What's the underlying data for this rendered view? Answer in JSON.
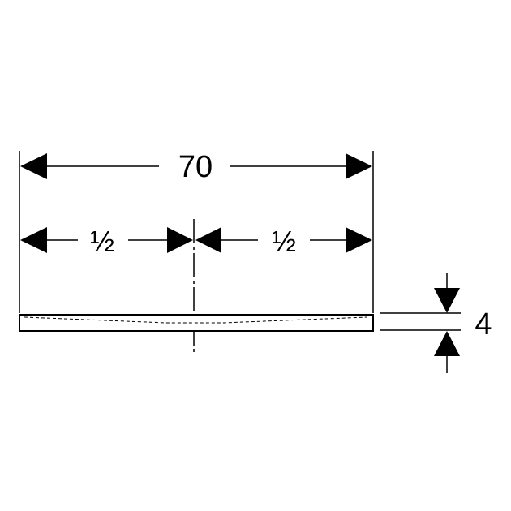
{
  "drawing": {
    "overall_width": "70",
    "half_left": "½",
    "half_right": "½",
    "thickness": "4"
  },
  "colors": {
    "line": "#000000",
    "background": "#ffffff"
  }
}
